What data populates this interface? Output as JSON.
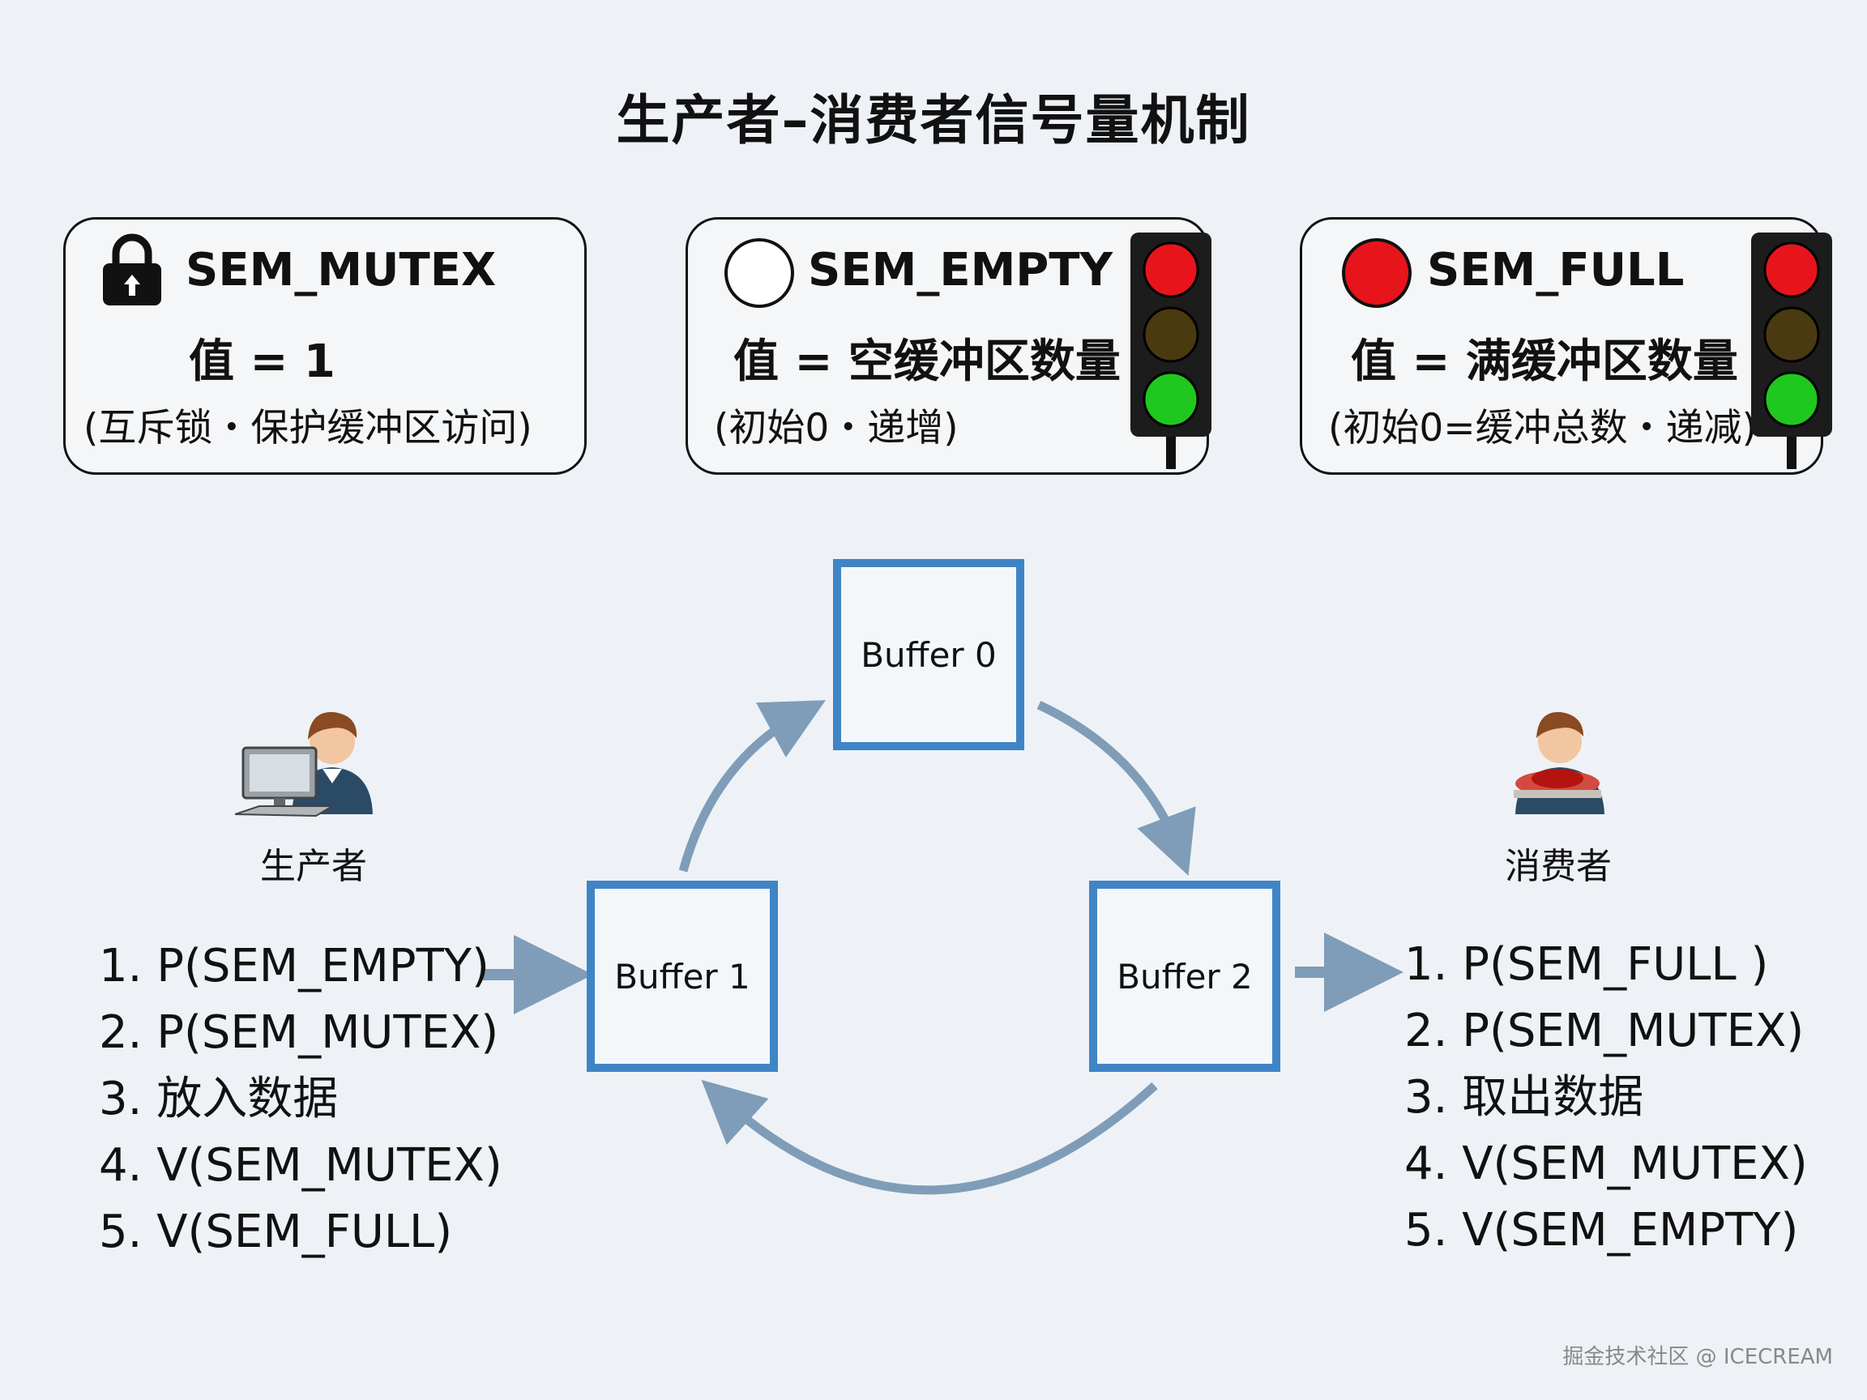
{
  "title": "生产者–消费者信号量机制",
  "semaphores": [
    {
      "name": "SEM_MUTEX",
      "value": "值 = 1",
      "note": "(互斥锁・保护缓冲区访问)",
      "icon": "lock-icon"
    },
    {
      "name": "SEM_EMPTY",
      "value": "值 = 空缓冲区数量",
      "note": "(初始0・递增)",
      "icon": "empty-circle-icon"
    },
    {
      "name": "SEM_FULL",
      "value": "值 = 满缓冲区数量",
      "note": "(初始0=缓冲总数・递减)",
      "icon": "red-circle-icon"
    }
  ],
  "buffers": [
    "Buffer 0",
    "Buffer 1",
    "Buffer 2"
  ],
  "producer": {
    "label": "生产者",
    "steps": [
      "1. P(SEM_EMPTY)",
      "2. P(SEM_MUTEX)",
      "3. 放入数据",
      "4. V(SEM_MUTEX)",
      "5. V(SEM_FULL)"
    ]
  },
  "consumer": {
    "label": "消费者",
    "steps": [
      "1. P(SEM_FULL )",
      "2.  P(SEM_MUTEX)",
      "3. 取出数据",
      "4. V(SEM_MUTEX)",
      "5. V(SEM_EMPTY)"
    ]
  },
  "colors": {
    "buffer_border": "#3f85c6",
    "arrow": "#7f9db8",
    "light_red": "#e8141b",
    "light_green": "#1ec81e"
  },
  "watermark": "掘金技术社区 @ ICECREAM"
}
